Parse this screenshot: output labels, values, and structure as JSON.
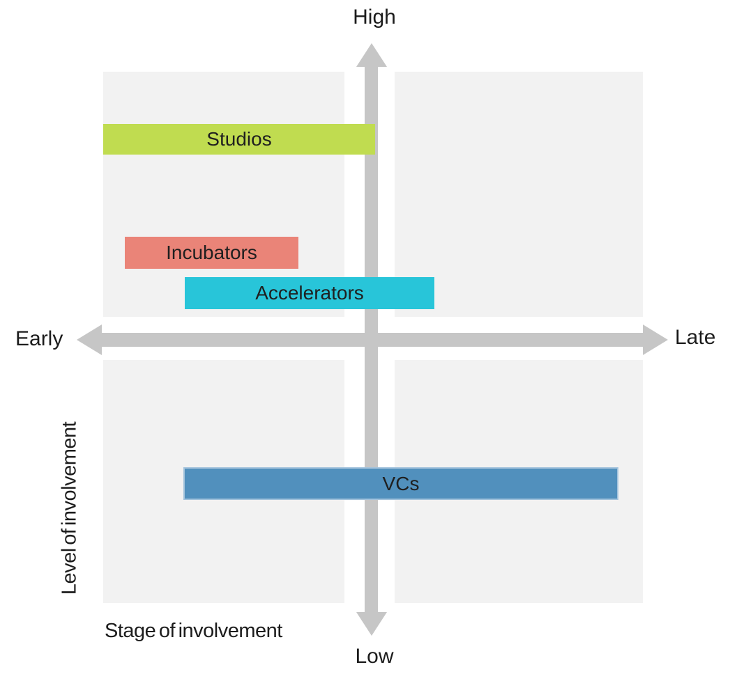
{
  "figure": {
    "type": "quadrant-positioning-chart",
    "background_color": "#ffffff",
    "quadrant_panel_color": "#f2f2f2",
    "arrow_color": "#c6c6c6",
    "text_color": "#1c1c1c"
  },
  "axes": {
    "x": {
      "title": "Stage of involvement",
      "min_label": "Early",
      "max_label": "Late"
    },
    "y": {
      "title": "Level of involvement",
      "min_label": "Low",
      "max_label": "High"
    }
  },
  "chart_data": {
    "type": "bar",
    "subtype": "horizontal-range-bars-on-quadrant",
    "title": "",
    "xlabel": "Stage of involvement",
    "ylabel": "Level of involvement",
    "x_axis": {
      "left_end": "Early",
      "right_end": "Late",
      "range": [
        0,
        1
      ]
    },
    "y_axis": {
      "bottom_end": "Low",
      "top_end": "High",
      "range": [
        0,
        1
      ]
    },
    "grid": false,
    "legend": false,
    "bars": [
      {
        "label": "Studios",
        "color": "#c0dc50",
        "x_range": [
          0.0,
          0.5
        ],
        "y_level": 0.87
      },
      {
        "label": "Incubators",
        "color": "#ea8478",
        "x_range": [
          0.04,
          0.36
        ],
        "y_level": 0.66
      },
      {
        "label": "Accelerators",
        "color": "#28c5d9",
        "x_range": [
          0.15,
          0.61
        ],
        "y_level": 0.58
      },
      {
        "label": "VCs",
        "color": "#5190bd",
        "x_range": [
          0.15,
          0.95
        ],
        "y_level": 0.22
      }
    ]
  }
}
